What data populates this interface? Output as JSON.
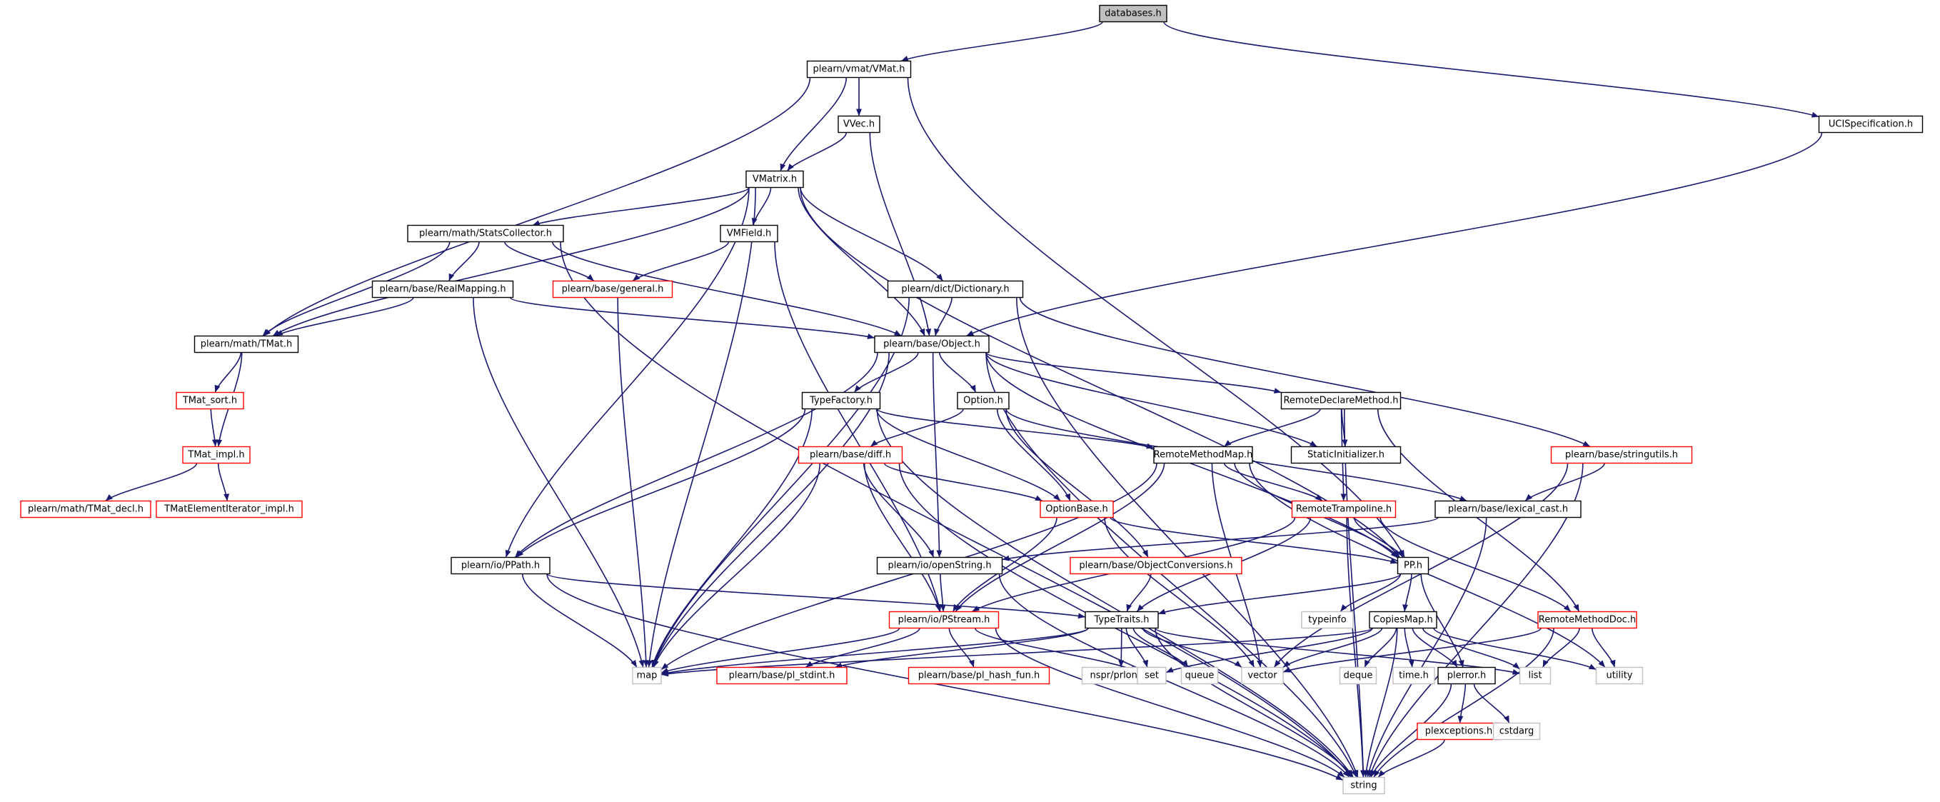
{
  "graph": {
    "root": "databases.h",
    "colors": {
      "edge": "#191970",
      "node_border": "#000000",
      "incomplete_border": "#ff0000",
      "system_border": "#bfbfbf",
      "root_fill": "#bfbfbf",
      "node_fill": "#ffffff"
    },
    "nodes": [
      {
        "id": "databases",
        "label": "databases.h",
        "kind": "root"
      },
      {
        "id": "vmat",
        "label": "plearn/vmat/VMat.h",
        "kind": "normal"
      },
      {
        "id": "uci",
        "label": "UCISpecification.h",
        "kind": "normal"
      },
      {
        "id": "vvec",
        "label": "VVec.h",
        "kind": "normal"
      },
      {
        "id": "vmatrix",
        "label": "VMatrix.h",
        "kind": "normal"
      },
      {
        "id": "statscollector",
        "label": "plearn/math/StatsCollector.h",
        "kind": "normal"
      },
      {
        "id": "vmfield",
        "label": "VMField.h",
        "kind": "normal"
      },
      {
        "id": "general",
        "label": "plearn/base/general.h",
        "kind": "incomplete"
      },
      {
        "id": "dictionary",
        "label": "plearn/dict/Dictionary.h",
        "kind": "normal"
      },
      {
        "id": "realmapping",
        "label": "plearn/base/RealMapping.h",
        "kind": "normal"
      },
      {
        "id": "tmat",
        "label": "plearn/math/TMat.h",
        "kind": "normal"
      },
      {
        "id": "object",
        "label": "plearn/base/Object.h",
        "kind": "normal"
      },
      {
        "id": "tmatsort",
        "label": "TMat_sort.h",
        "kind": "incomplete"
      },
      {
        "id": "tmatimpl",
        "label": "TMat_impl.h",
        "kind": "incomplete"
      },
      {
        "id": "tmatdecl",
        "label": "plearn/math/TMat_decl.h",
        "kind": "incomplete"
      },
      {
        "id": "tmatelem",
        "label": "TMatElementIterator_impl.h",
        "kind": "incomplete"
      },
      {
        "id": "typefactory",
        "label": "TypeFactory.h",
        "kind": "normal"
      },
      {
        "id": "option",
        "label": "Option.h",
        "kind": "normal"
      },
      {
        "id": "remotedeclare",
        "label": "RemoteDeclareMethod.h",
        "kind": "normal"
      },
      {
        "id": "staticinit",
        "label": "StaticInitializer.h",
        "kind": "normal"
      },
      {
        "id": "diff",
        "label": "plearn/base/diff.h",
        "kind": "incomplete"
      },
      {
        "id": "remotemethodmap",
        "label": "RemoteMethodMap.h",
        "kind": "normal"
      },
      {
        "id": "stringutils",
        "label": "plearn/base/stringutils.h",
        "kind": "incomplete"
      },
      {
        "id": "optionbase",
        "label": "OptionBase.h",
        "kind": "incomplete"
      },
      {
        "id": "remotetrampoline",
        "label": "RemoteTrampoline.h",
        "kind": "incomplete"
      },
      {
        "id": "lexicalcast",
        "label": "plearn/base/lexical_cast.h",
        "kind": "normal"
      },
      {
        "id": "ppath",
        "label": "plearn/io/PPath.h",
        "kind": "normal"
      },
      {
        "id": "openstring",
        "label": "plearn/io/openString.h",
        "kind": "normal"
      },
      {
        "id": "objconv",
        "label": "plearn/base/ObjectConversions.h",
        "kind": "incomplete"
      },
      {
        "id": "pp",
        "label": "PP.h",
        "kind": "normal"
      },
      {
        "id": "pstream",
        "label": "plearn/io/PStream.h",
        "kind": "incomplete"
      },
      {
        "id": "typetraits",
        "label": "TypeTraits.h",
        "kind": "normal"
      },
      {
        "id": "typeinfo",
        "label": "typeinfo",
        "kind": "system"
      },
      {
        "id": "copiesmap",
        "label": "CopiesMap.h",
        "kind": "normal"
      },
      {
        "id": "remotemethoddoc",
        "label": "RemoteMethodDoc.h",
        "kind": "incomplete"
      },
      {
        "id": "map",
        "label": "map",
        "kind": "system"
      },
      {
        "id": "plstdint",
        "label": "plearn/base/pl_stdint.h",
        "kind": "incomplete"
      },
      {
        "id": "plhashfun",
        "label": "plearn/base/pl_hash_fun.h",
        "kind": "incomplete"
      },
      {
        "id": "prlong",
        "label": "nspr/prlong.h",
        "kind": "system"
      },
      {
        "id": "set",
        "label": "set",
        "kind": "system"
      },
      {
        "id": "queue",
        "label": "queue",
        "kind": "system"
      },
      {
        "id": "vector",
        "label": "vector",
        "kind": "system"
      },
      {
        "id": "deque",
        "label": "deque",
        "kind": "system"
      },
      {
        "id": "timeh",
        "label": "time.h",
        "kind": "system"
      },
      {
        "id": "plerror",
        "label": "plerror.h",
        "kind": "normal"
      },
      {
        "id": "list",
        "label": "list",
        "kind": "system"
      },
      {
        "id": "utility",
        "label": "utility",
        "kind": "system"
      },
      {
        "id": "plexceptions",
        "label": "plexceptions.h",
        "kind": "incomplete"
      },
      {
        "id": "cstdarg",
        "label": "cstdarg",
        "kind": "system"
      },
      {
        "id": "string",
        "label": "string",
        "kind": "system"
      }
    ],
    "edges": [
      [
        "databases",
        "vmat"
      ],
      [
        "databases",
        "uci"
      ],
      [
        "vmat",
        "vvec"
      ],
      [
        "vmat",
        "vmatrix"
      ],
      [
        "vmat",
        "tmat"
      ],
      [
        "vmat",
        "pp"
      ],
      [
        "uci",
        "object"
      ],
      [
        "vvec",
        "vmatrix"
      ],
      [
        "vvec",
        "object"
      ],
      [
        "vmatrix",
        "statscollector"
      ],
      [
        "vmatrix",
        "vmfield"
      ],
      [
        "vmatrix",
        "dictionary"
      ],
      [
        "vmatrix",
        "object"
      ],
      [
        "vmatrix",
        "tmat"
      ],
      [
        "vmatrix",
        "ppath"
      ],
      [
        "vmatrix",
        "map"
      ],
      [
        "vmatrix",
        "pp"
      ],
      [
        "statscollector",
        "general"
      ],
      [
        "statscollector",
        "realmapping"
      ],
      [
        "statscollector",
        "tmat"
      ],
      [
        "statscollector",
        "object"
      ],
      [
        "statscollector",
        "string"
      ],
      [
        "vmfield",
        "general"
      ],
      [
        "vmfield",
        "pstream"
      ],
      [
        "general",
        "map"
      ],
      [
        "dictionary",
        "object"
      ],
      [
        "dictionary",
        "stringutils"
      ],
      [
        "dictionary",
        "map"
      ],
      [
        "dictionary",
        "string"
      ],
      [
        "realmapping",
        "tmat"
      ],
      [
        "realmapping",
        "object"
      ],
      [
        "realmapping",
        "map"
      ],
      [
        "tmat",
        "tmatsort"
      ],
      [
        "tmat",
        "tmatimpl"
      ],
      [
        "tmatsort",
        "tmatimpl"
      ],
      [
        "tmatimpl",
        "tmatdecl"
      ],
      [
        "tmatimpl",
        "tmatelem"
      ],
      [
        "object",
        "typefactory"
      ],
      [
        "object",
        "option"
      ],
      [
        "object",
        "remotedeclare"
      ],
      [
        "object",
        "staticinit"
      ],
      [
        "object",
        "openstring"
      ],
      [
        "object",
        "ppath"
      ],
      [
        "object",
        "map"
      ],
      [
        "object",
        "pp"
      ],
      [
        "object",
        "string"
      ],
      [
        "typefactory",
        "remotemethodmap"
      ],
      [
        "typefactory",
        "optionbase"
      ],
      [
        "typefactory",
        "ppath"
      ],
      [
        "typefactory",
        "map"
      ],
      [
        "typefactory",
        "string"
      ],
      [
        "option",
        "diff"
      ],
      [
        "option",
        "optionbase"
      ],
      [
        "option",
        "objconv"
      ],
      [
        "option",
        "lexicalcast"
      ],
      [
        "remotedeclare",
        "remotemethodmap"
      ],
      [
        "remotedeclare",
        "staticinit"
      ],
      [
        "remotedeclare",
        "remotetrampoline"
      ],
      [
        "remotedeclare",
        "remotemethoddoc"
      ],
      [
        "remotedeclare",
        "string"
      ],
      [
        "diff",
        "optionbase"
      ],
      [
        "diff",
        "openstring"
      ],
      [
        "diff",
        "pstream"
      ],
      [
        "diff",
        "map"
      ],
      [
        "diff",
        "string"
      ],
      [
        "remotemethodmap",
        "remotetrampoline"
      ],
      [
        "remotemethodmap",
        "pp"
      ],
      [
        "remotemethodmap",
        "pstream"
      ],
      [
        "remotemethodmap",
        "map"
      ],
      [
        "remotemethodmap",
        "vector"
      ],
      [
        "remotemethodmap",
        "utility"
      ],
      [
        "stringutils",
        "lexicalcast"
      ],
      [
        "stringutils",
        "vector"
      ],
      [
        "stringutils",
        "string"
      ],
      [
        "optionbase",
        "pp"
      ],
      [
        "optionbase",
        "pstream"
      ],
      [
        "optionbase",
        "vector"
      ],
      [
        "remotetrampoline",
        "pp"
      ],
      [
        "remotetrampoline",
        "remotemethoddoc"
      ],
      [
        "remotetrampoline",
        "typetraits"
      ],
      [
        "remotetrampoline",
        "pstream"
      ],
      [
        "remotetrampoline",
        "string"
      ],
      [
        "lexicalcast",
        "openstring"
      ],
      [
        "lexicalcast",
        "string"
      ],
      [
        "ppath",
        "typetraits"
      ],
      [
        "ppath",
        "map"
      ],
      [
        "ppath",
        "string"
      ],
      [
        "openstring",
        "pstream"
      ],
      [
        "openstring",
        "string"
      ],
      [
        "objconv",
        "typetraits"
      ],
      [
        "pp",
        "typetraits"
      ],
      [
        "pp",
        "typeinfo"
      ],
      [
        "pp",
        "copiesmap"
      ],
      [
        "pp",
        "plerror"
      ],
      [
        "pstream",
        "plstdint"
      ],
      [
        "pstream",
        "plhashfun"
      ],
      [
        "pstream",
        "map"
      ],
      [
        "pstream",
        "set"
      ],
      [
        "pstream",
        "string"
      ],
      [
        "typetraits",
        "map"
      ],
      [
        "typetraits",
        "set"
      ],
      [
        "typetraits",
        "queue"
      ],
      [
        "typetraits",
        "vector"
      ],
      [
        "typetraits",
        "list"
      ],
      [
        "typetraits",
        "prlong"
      ],
      [
        "typetraits",
        "plstdint"
      ],
      [
        "typetraits",
        "string"
      ],
      [
        "copiesmap",
        "map"
      ],
      [
        "copiesmap",
        "set"
      ],
      [
        "copiesmap",
        "vector"
      ],
      [
        "copiesmap",
        "deque"
      ],
      [
        "copiesmap",
        "timeh"
      ],
      [
        "copiesmap",
        "plerror"
      ],
      [
        "copiesmap",
        "list"
      ],
      [
        "copiesmap",
        "utility"
      ],
      [
        "copiesmap",
        "string"
      ],
      [
        "remotemethoddoc",
        "vector"
      ],
      [
        "remotemethoddoc",
        "list"
      ],
      [
        "remotemethoddoc",
        "utility"
      ],
      [
        "remotemethoddoc",
        "string"
      ],
      [
        "plerror",
        "plexceptions"
      ],
      [
        "plerror",
        "cstdarg"
      ],
      [
        "plerror",
        "string"
      ],
      [
        "plexceptions",
        "string"
      ]
    ]
  }
}
